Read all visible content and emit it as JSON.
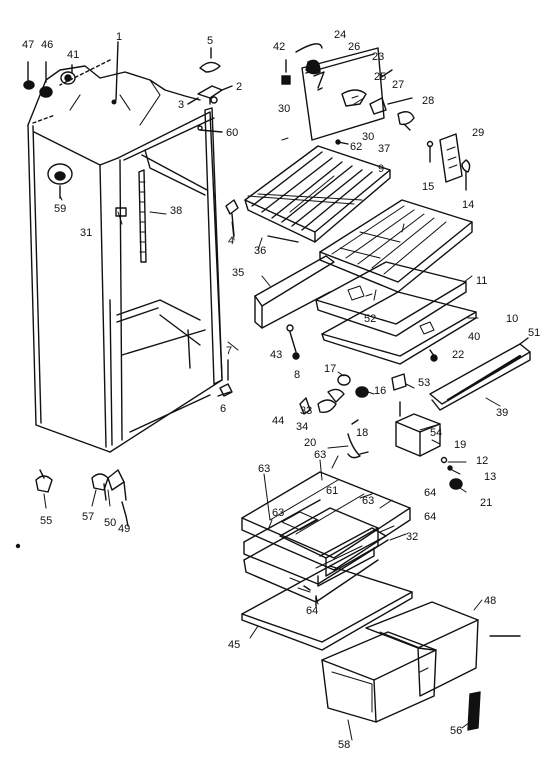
{
  "diagram": {
    "labels": [
      {
        "id": "l47",
        "text": "47"
      },
      {
        "id": "l46",
        "text": "46"
      },
      {
        "id": "l41",
        "text": "41"
      },
      {
        "id": "l1",
        "text": "1"
      },
      {
        "id": "l5",
        "text": "5"
      },
      {
        "id": "l2",
        "text": "2"
      },
      {
        "id": "l3",
        "text": "3"
      },
      {
        "id": "l60",
        "text": "60"
      },
      {
        "id": "l42",
        "text": "42"
      },
      {
        "id": "l24",
        "text": "24"
      },
      {
        "id": "l26",
        "text": "26"
      },
      {
        "id": "l23",
        "text": "23"
      },
      {
        "id": "l25",
        "text": "25"
      },
      {
        "id": "l27",
        "text": "27"
      },
      {
        "id": "l28",
        "text": "28"
      },
      {
        "id": "l30a",
        "text": "30"
      },
      {
        "id": "l30b",
        "text": "30"
      },
      {
        "id": "l62",
        "text": "62"
      },
      {
        "id": "l37",
        "text": "37"
      },
      {
        "id": "l29",
        "text": "29"
      },
      {
        "id": "l15",
        "text": "15"
      },
      {
        "id": "l14",
        "text": "14"
      },
      {
        "id": "l59",
        "text": "59"
      },
      {
        "id": "l31",
        "text": "31"
      },
      {
        "id": "l38",
        "text": "38"
      },
      {
        "id": "l4",
        "text": "4"
      },
      {
        "id": "l9",
        "text": "9"
      },
      {
        "id": "l36",
        "text": "36"
      },
      {
        "id": "l35",
        "text": "35"
      },
      {
        "id": "l11",
        "text": "11"
      },
      {
        "id": "l52",
        "text": "52"
      },
      {
        "id": "l10",
        "text": "10"
      },
      {
        "id": "l43",
        "text": "43"
      },
      {
        "id": "l8",
        "text": "8"
      },
      {
        "id": "l7",
        "text": "7"
      },
      {
        "id": "l6",
        "text": "6"
      },
      {
        "id": "l40",
        "text": "40"
      },
      {
        "id": "l51",
        "text": "51"
      },
      {
        "id": "l22",
        "text": "22"
      },
      {
        "id": "l17",
        "text": "17"
      },
      {
        "id": "l16",
        "text": "16"
      },
      {
        "id": "l53",
        "text": "53"
      },
      {
        "id": "l39",
        "text": "39"
      },
      {
        "id": "l44",
        "text": "44"
      },
      {
        "id": "l33",
        "text": "33"
      },
      {
        "id": "l34",
        "text": "34"
      },
      {
        "id": "l20",
        "text": "20"
      },
      {
        "id": "l18",
        "text": "18"
      },
      {
        "id": "l54",
        "text": "54"
      },
      {
        "id": "l19",
        "text": "19"
      },
      {
        "id": "l12",
        "text": "12"
      },
      {
        "id": "l13",
        "text": "13"
      },
      {
        "id": "l21",
        "text": "21"
      },
      {
        "id": "l63a",
        "text": "63"
      },
      {
        "id": "l63b",
        "text": "63"
      },
      {
        "id": "l61",
        "text": "61"
      },
      {
        "id": "l63c",
        "text": "63"
      },
      {
        "id": "l64a",
        "text": "64"
      },
      {
        "id": "l63d",
        "text": "63"
      },
      {
        "id": "l64b",
        "text": "64"
      },
      {
        "id": "l32",
        "text": "32"
      },
      {
        "id": "l64c",
        "text": "64"
      },
      {
        "id": "l55",
        "text": "55"
      },
      {
        "id": "l57",
        "text": "57"
      },
      {
        "id": "l50",
        "text": "50"
      },
      {
        "id": "l49",
        "text": "49"
      },
      {
        "id": "l45",
        "text": "45"
      },
      {
        "id": "l48",
        "text": "48"
      },
      {
        "id": "l58",
        "text": "58"
      },
      {
        "id": "l56",
        "text": "56"
      }
    ]
  }
}
